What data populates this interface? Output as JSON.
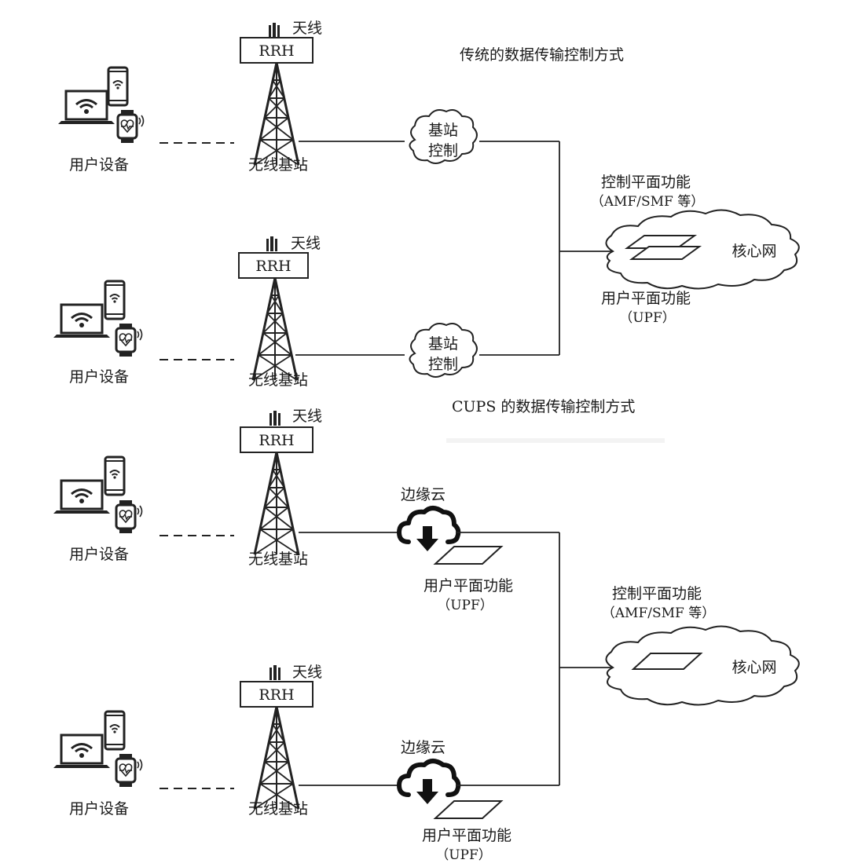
{
  "top_section": {
    "title": "传统的数据传输控制方式",
    "antenna_label": "天线",
    "rrh_label": "RRH",
    "base_station_label": "无线基站",
    "user_device_label": "用户设备",
    "bs_control_line1": "基站",
    "bs_control_line2": "控制",
    "control_plane_label": "控制平面功能",
    "control_plane_sub": "（AMF/SMF 等）",
    "core_network_label": "核心网",
    "user_plane_label": "用户平面功能",
    "user_plane_sub": "（UPF）"
  },
  "bottom_section": {
    "title": "CUPS 的数据传输控制方式",
    "antenna_label": "天线",
    "rrh_label": "RRH",
    "base_station_label": "无线基站",
    "user_device_label": "用户设备",
    "edge_cloud_label": "边缘云",
    "user_plane_label": "用户平面功能",
    "user_plane_sub": "（UPF）",
    "control_plane_label": "控制平面功能",
    "control_plane_sub": "（AMF/SMF 等）",
    "core_network_label": "核心网"
  }
}
